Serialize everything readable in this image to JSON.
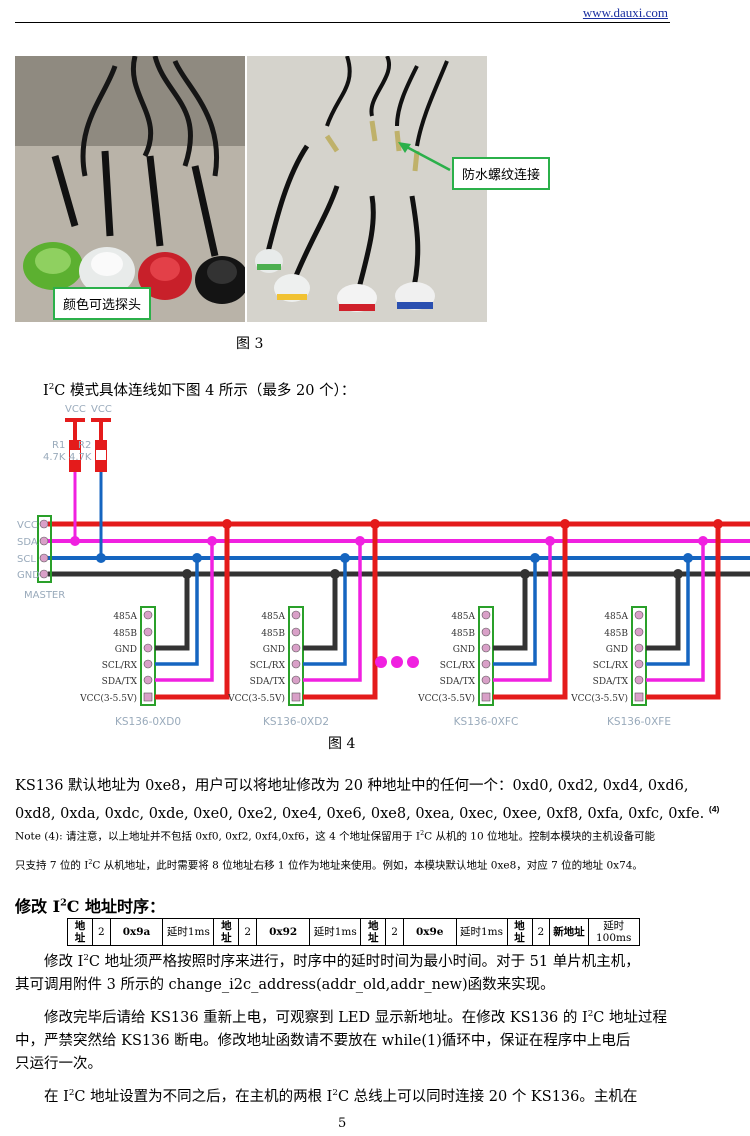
{
  "header": {
    "url": "www.dauxi.com"
  },
  "figure3": {
    "label_colors": "颜色可选探头",
    "label_waterproof": "防水螺纹连接",
    "caption": "图 3"
  },
  "section_i2c": {
    "intro_pre": "I",
    "intro_sup": "2",
    "intro_post": "C 模式具体连线如下图 4 所示（最多 20 个）："
  },
  "schematic": {
    "vcc_label": "VCC",
    "r1_label": "R1",
    "r2_label": "R2",
    "r_value": "4.7K",
    "master_pins": [
      "VCC",
      "SDA",
      "SCL",
      "GND"
    ],
    "master_label": "MASTER",
    "slave_pins": [
      "485A",
      "485B",
      "GND",
      "SCL/RX",
      "SDA/TX",
      "VCC(3-5.5V)"
    ],
    "slaves": [
      "KS136-0XD0",
      "KS136-0XD2",
      "KS136-0XFC",
      "KS136-0XFE"
    ],
    "colors": {
      "vcc": "#e41b1b",
      "sda": "#f020e0",
      "scl": "#1565c0",
      "gnd": "#333333",
      "pin_fill": "#d9a0c8",
      "box": "#2aa02a"
    }
  },
  "figure4": {
    "caption": "图 4"
  },
  "paragraphs": {
    "addr_line1": "KS136 默认地址为 0xe8，用户可以将地址修改为 20 种地址中的任何一个：0xd0, 0xd2, 0xd4, 0xd6,",
    "addr_line2": "0xd8, 0xda, 0xdc, 0xde, 0xe0, 0xe2, 0xe4, 0xe6, 0xe8, 0xea, 0xec, 0xee, 0xf8, 0xfa, 0xfc, 0xfe.",
    "addr_note_ref": "(4)",
    "note_line1_pre": "Note (4): 请注意，以上地址并不包括 0xf0, 0xf2, 0xf4,0xf6，这 4 个地址保留用于 I",
    "note_line1_sup": "2",
    "note_line1_post": "C 从机的 10 位地址。控制本模块的主机设备可能",
    "note_line2_pre": "只支持 7 位的 I",
    "note_line2_sup": "2",
    "note_line2_post": "C 从机地址，此时需要将 8 位地址右移 1 位作为地址来使用。例如，本模块默认地址 0xe8，对应 7 位的地址 0x74。",
    "heading_pre": "修改 I",
    "heading_sup": "2",
    "heading_post": "C 地址时序：",
    "p1_pre": "修改 I",
    "p1_sup": "2",
    "p1_post": "C 地址须严格按照时序来进行，时序中的延时时间为最小时间。对于 51 单片机主机，",
    "p1_line2": "其可调用附件 3 所示的 change_i2c_address(addr_old,addr_new)函数来实现。",
    "p2_pre": "修改完毕后请给 KS136 重新上电，可观察到 LED 显示新地址。在修改 KS136 的 I",
    "p2_sup": "2",
    "p2_post": "C 地址过程",
    "p2_line2": "中，严禁突然给 KS136 断电。修改地址函数请不要放在 while(1)循环中，保证在程序中上电后",
    "p2_line3": "只运行一次。",
    "p3_pre": "在 I",
    "p3_sup": "2",
    "p3_mid": "C 地址设置为不同之后，在主机的两根 I",
    "p3_sup2": "2",
    "p3_post": "C 总线上可以同时连接 20 个 KS136。主机在"
  },
  "timing_table": {
    "cells": [
      "地址",
      "2",
      "0x9a",
      "延时1ms",
      "地址",
      "2",
      "0x92",
      "延时1ms",
      "地址",
      "2",
      "0x9e",
      "延时1ms",
      "地址",
      "2",
      "新地址",
      "延时100ms"
    ]
  },
  "footer": {
    "page_number": "5"
  }
}
